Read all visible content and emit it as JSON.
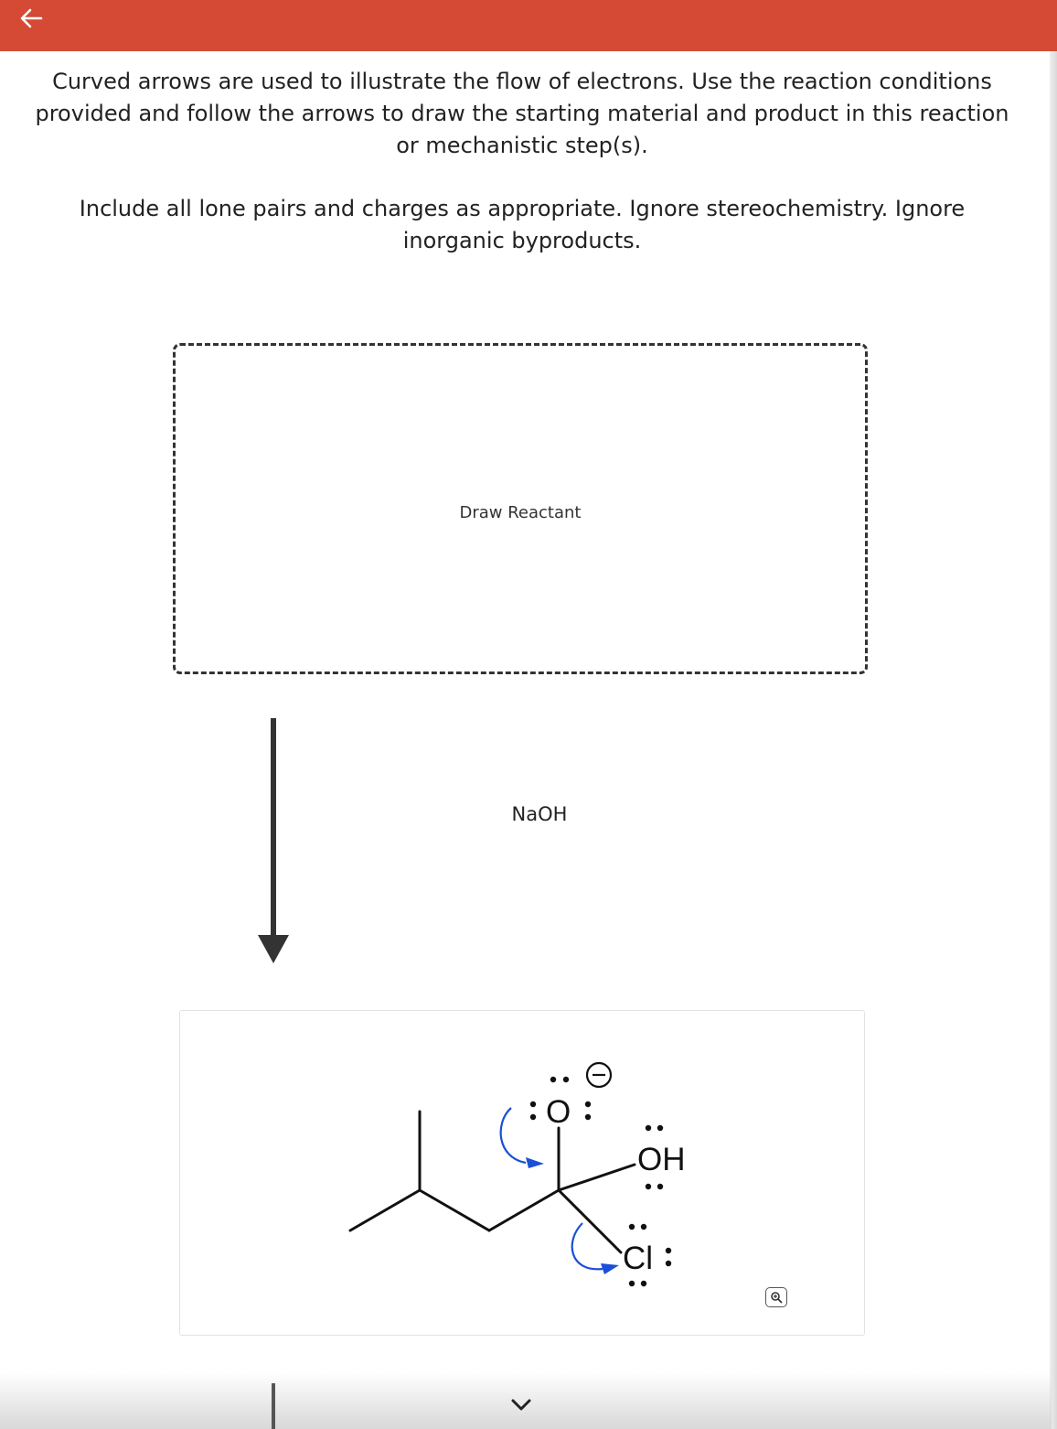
{
  "header": {
    "back_icon": "arrow-left-icon",
    "accent_color": "#d44a35"
  },
  "instructions": {
    "paragraph1": "Curved arrows are used to illustrate the flow of electrons. Use the reaction conditions provided and follow the arrows to draw the starting material and product in this reaction or mechanistic step(s).",
    "paragraph2": "Include all lone pairs and charges as appropriate. Ignore stereochemistry. Ignore inorganic byproducts."
  },
  "reactant_box": {
    "label": "Draw Reactant"
  },
  "reaction": {
    "reagent": "NaOH"
  },
  "product": {
    "atoms": {
      "oxygen": "O",
      "hydroxyl": "OH",
      "chlorine": "Cl"
    },
    "charge_symbol": "−",
    "arrow_color": "#1a4fd8",
    "zoom_icon": "magnify-icon"
  },
  "footer": {
    "expand_icon": "chevron-down-icon"
  }
}
